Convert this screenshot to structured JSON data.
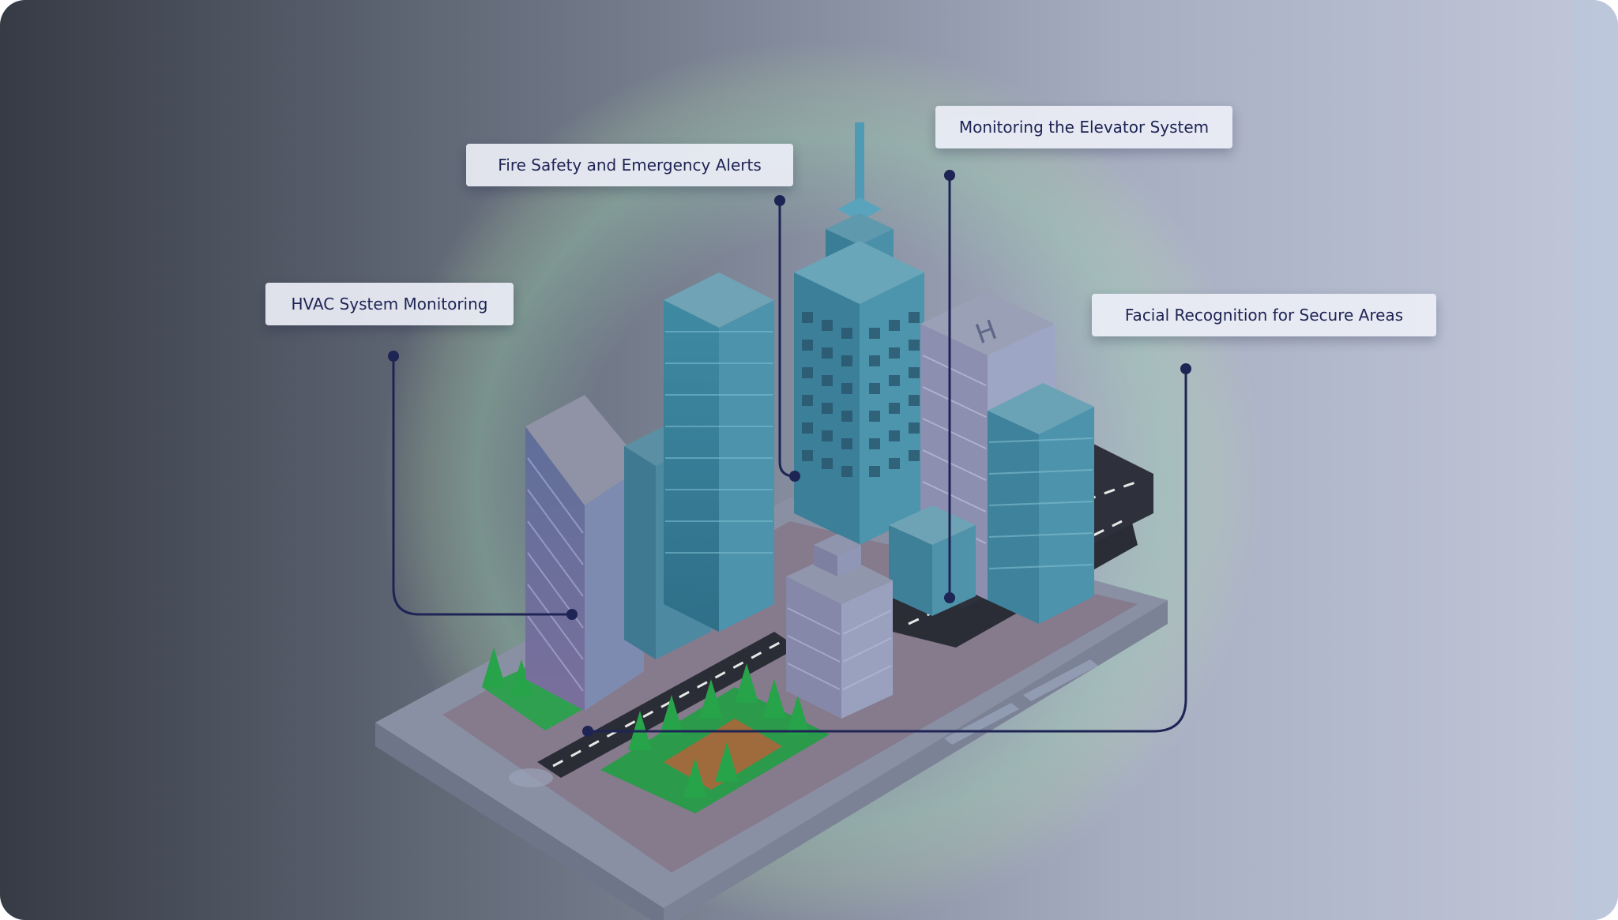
{
  "callouts": {
    "fire_safety": "Fire Safety and Emergency Alerts",
    "elevator": "Monitoring the Elevator System",
    "hvac": "HVAC System Monitoring",
    "facial_recognition": "Facial Recognition for Secure Areas"
  },
  "helipad_letter": "H",
  "colors": {
    "connector": "#1e2454",
    "label_text": "#1e2454",
    "label_bg": "#eceef6",
    "bg_left": "#383d48",
    "bg_right": "#c3c9db",
    "glow": "#8fd4a6"
  }
}
